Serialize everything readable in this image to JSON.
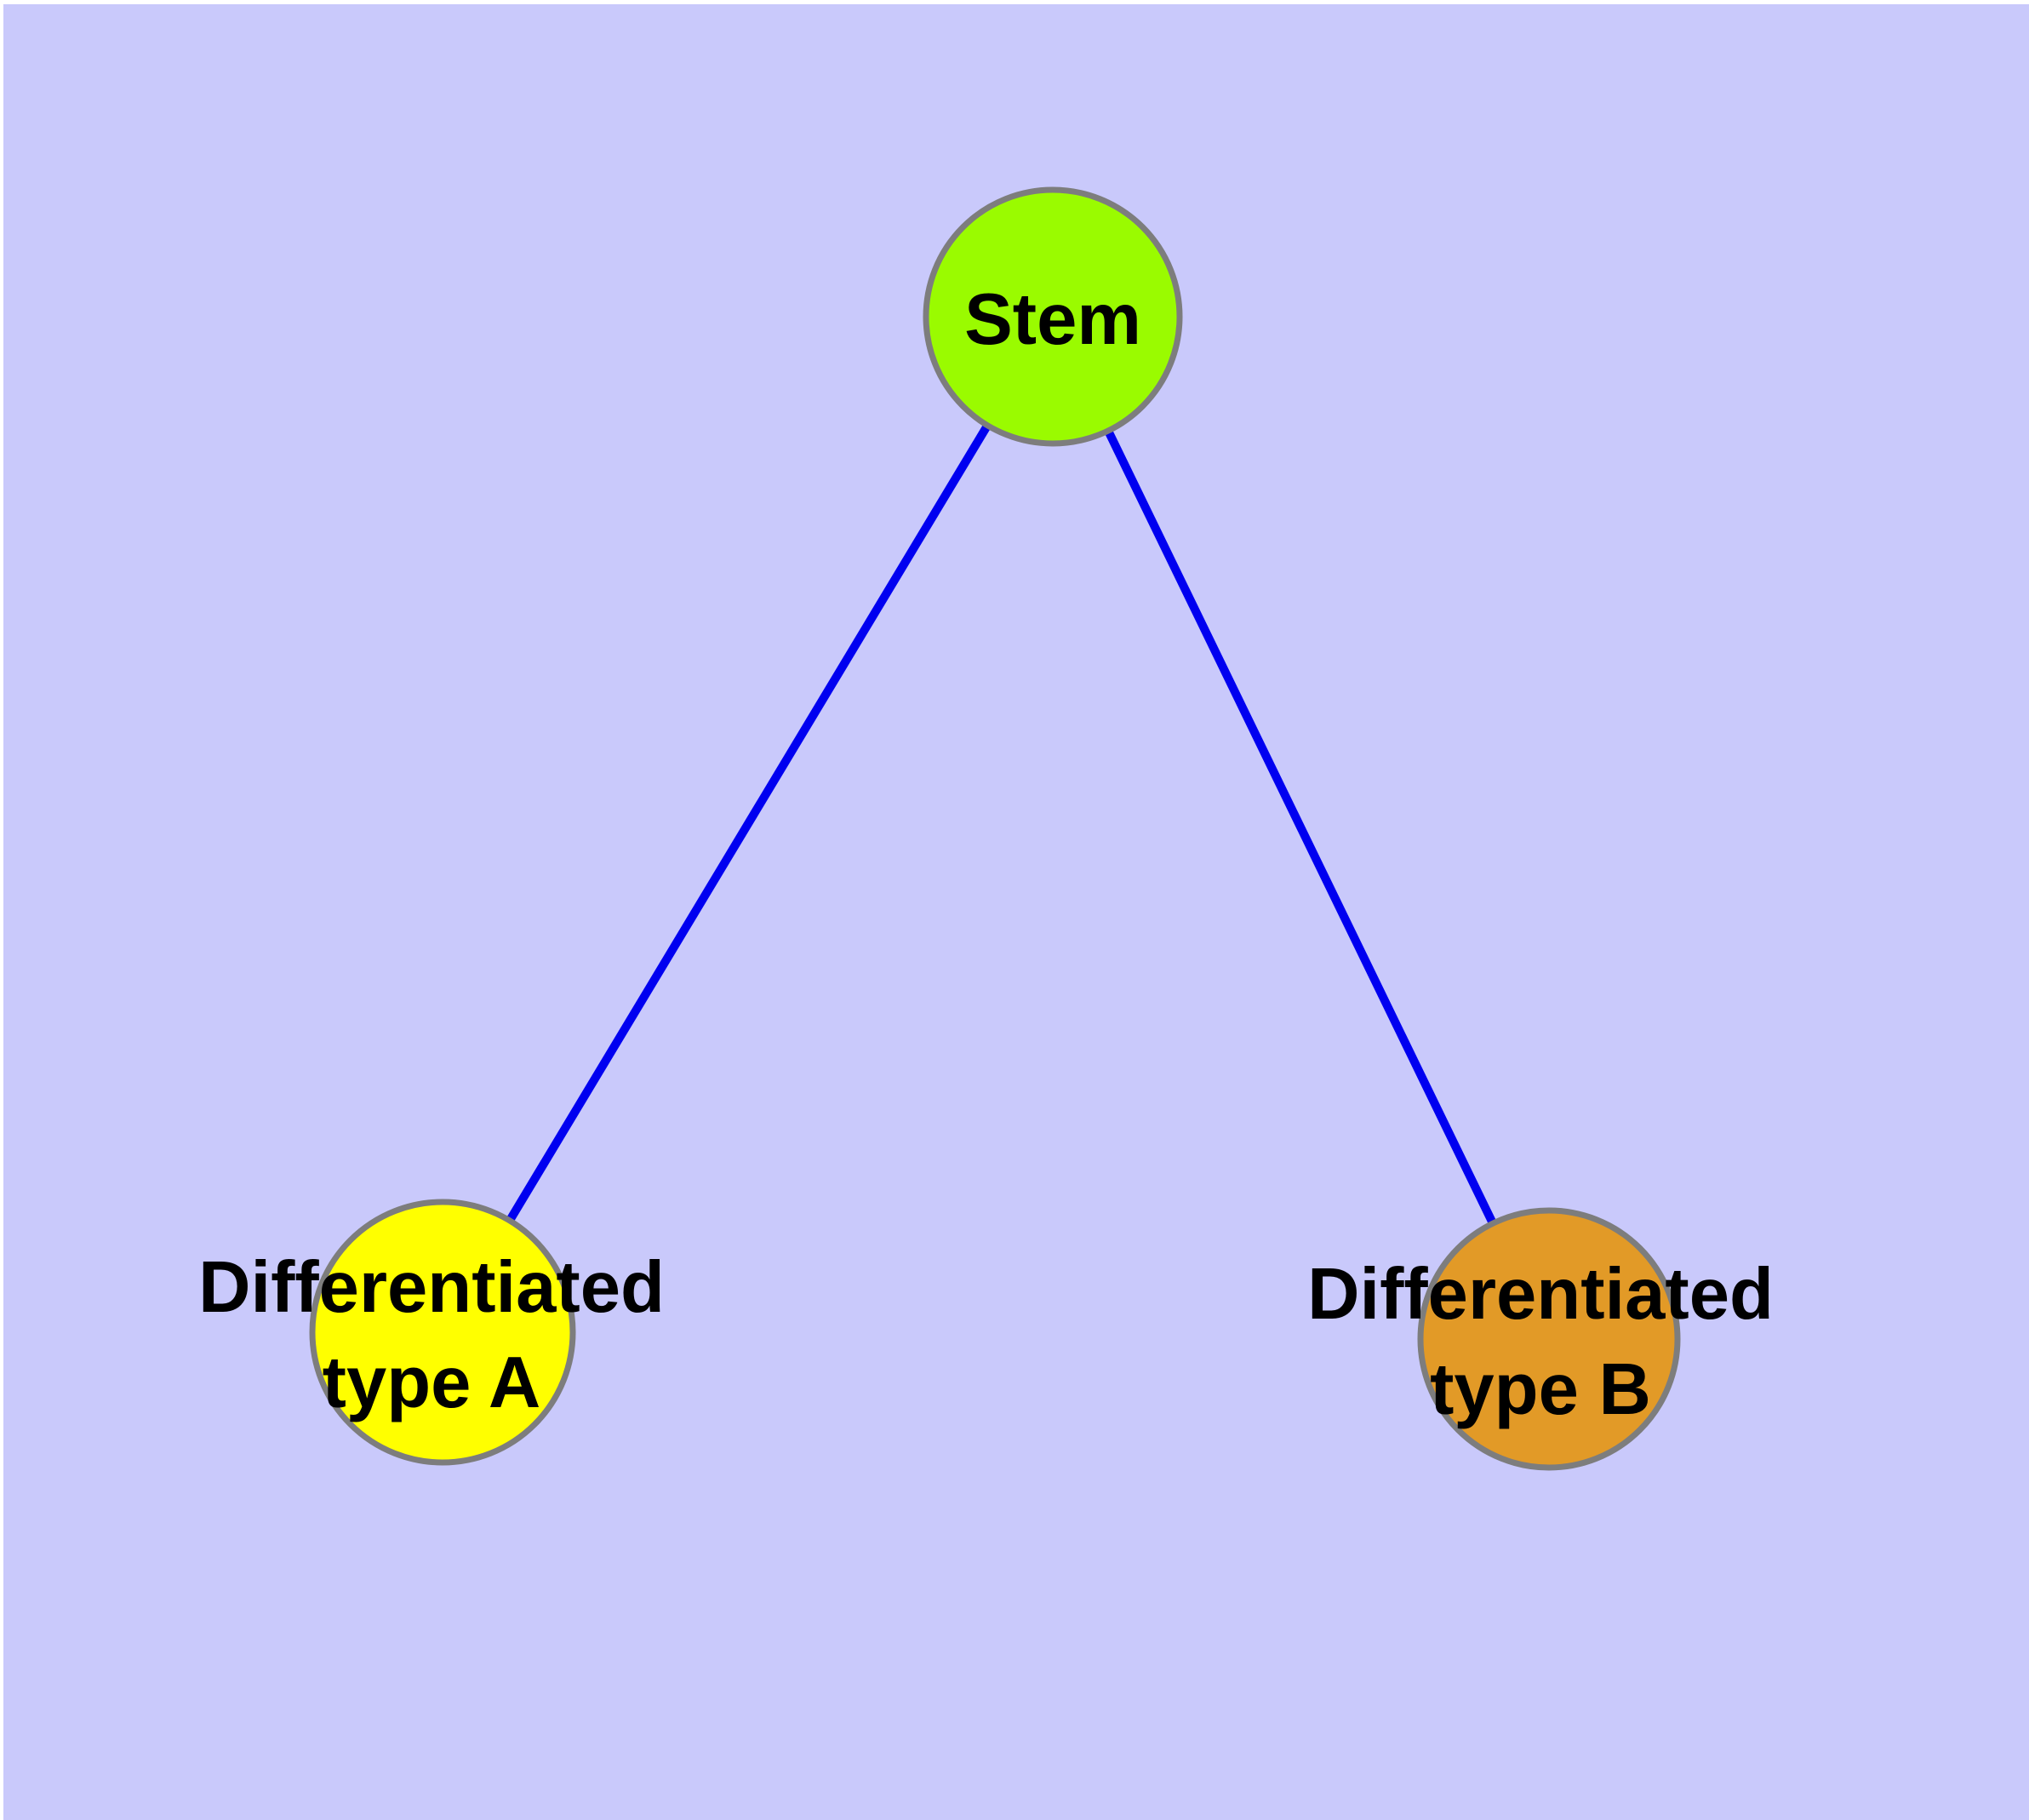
{
  "diagram": {
    "type": "graph",
    "background_color": "#c9c9fb",
    "page_margin_color": "#ffffff",
    "edge_color": "#0000f0",
    "node_border_color": "#7d7d7d",
    "label_color": "#000000",
    "nodes": [
      {
        "id": "stem",
        "label": "Stem",
        "line1": "Stem",
        "line2": "",
        "color": "#9afb00"
      },
      {
        "id": "differentiated-type-a",
        "label": "Differentiated type A",
        "line1": "Differentiated",
        "line2": "type A",
        "color": "#ffff00"
      },
      {
        "id": "differentiated-type-b",
        "label": "Differentiated type B",
        "line1": "Differentiated",
        "line2": "type B",
        "color": "#e29a27"
      }
    ],
    "edges": [
      {
        "from": "Stem",
        "to": "Differentiated type A"
      },
      {
        "from": "Stem",
        "to": "Differentiated type B"
      }
    ]
  }
}
